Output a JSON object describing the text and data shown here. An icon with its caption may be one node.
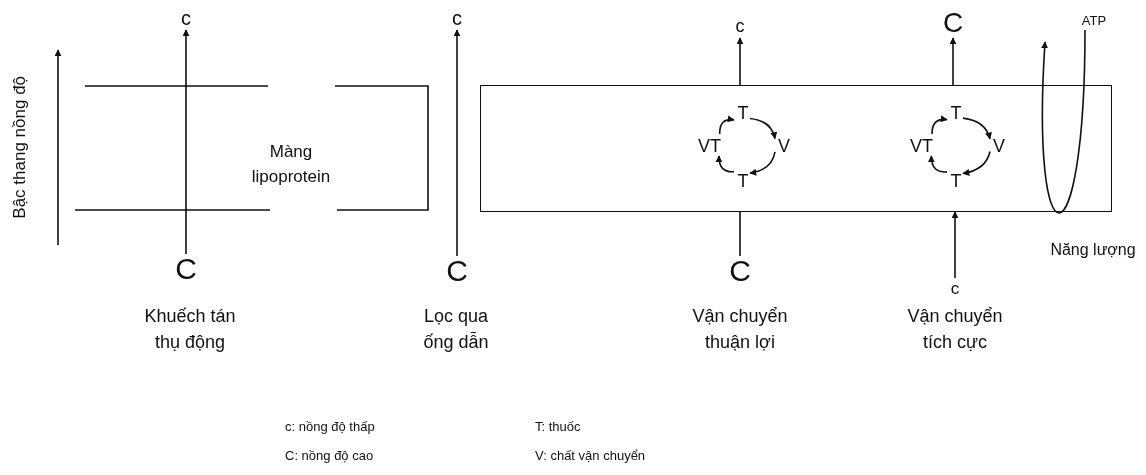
{
  "diagram": {
    "nodes": [
      {
        "text": [
          "c"
        ]
      },
      {
        "text": [
          "C"
        ]
      },
      {
        "text": [
          "c"
        ]
      },
      {
        "text": [
          "C"
        ]
      },
      {
        "text": [],
        "shape": "box"
      },
      {
        "text": [
          "c"
        ]
      },
      {
        "text": [
          "T"
        ],
        "in": 4
      },
      {
        "text": [
          "VT"
        ],
        "in": 4
      },
      {
        "text": [
          "V"
        ],
        "in": 4
      },
      {
        "text": [
          "T"
        ],
        "in": 4
      },
      {
        "text": [
          "C"
        ]
      },
      {
        "text": [
          "C"
        ]
      },
      {
        "text": [
          "T"
        ],
        "in": 4
      },
      {
        "text": [
          "VT"
        ],
        "in": 4
      },
      {
        "text": [
          "V"
        ],
        "in": 4
      },
      {
        "text": [
          "T"
        ],
        "in": 4
      },
      {
        "text": [
          "ATP"
        ]
      },
      {
        "text": [
          "c"
        ]
      }
    ],
    "edges": [
      {
        "from": 1,
        "to": 0,
        "arrow": "to"
      },
      {
        "from": 3,
        "to": 2,
        "arrow": "to"
      },
      {
        "from": 10,
        "to": 4,
        "arrow": "none"
      },
      {
        "from": 4,
        "to": 5,
        "arrow": "to"
      },
      {
        "from": 7,
        "to": 6,
        "arrow": "to"
      },
      {
        "from": 6,
        "to": 8,
        "arrow": "to"
      },
      {
        "from": 8,
        "to": 9,
        "arrow": "to"
      },
      {
        "from": 9,
        "to": 7,
        "arrow": "to"
      },
      {
        "from": 17,
        "to": 4,
        "arrow": "to"
      },
      {
        "from": 4,
        "to": 11,
        "arrow": "to"
      },
      {
        "from": 13,
        "to": 12,
        "arrow": "to"
      },
      {
        "from": 12,
        "to": 14,
        "arrow": "to"
      },
      {
        "from": 14,
        "to": 15,
        "arrow": "to"
      },
      {
        "from": 15,
        "to": 13,
        "arrow": "to"
      },
      {
        "from": 16,
        "to": null,
        "arrow": "to"
      }
    ],
    "labels": [
      "Bậc thang nồng độ",
      "Màng lipoprotein",
      "Năng lượng",
      "Khuếch tán thụ động",
      "Lọc qua ống dẫn",
      "Vận chuyển thuận lợi",
      "Vận chuyển tích cực",
      "c: nồng độ thấp",
      "T: thuốc",
      "C: nồng độ cao",
      "V: chất vận chuyển"
    ]
  }
}
